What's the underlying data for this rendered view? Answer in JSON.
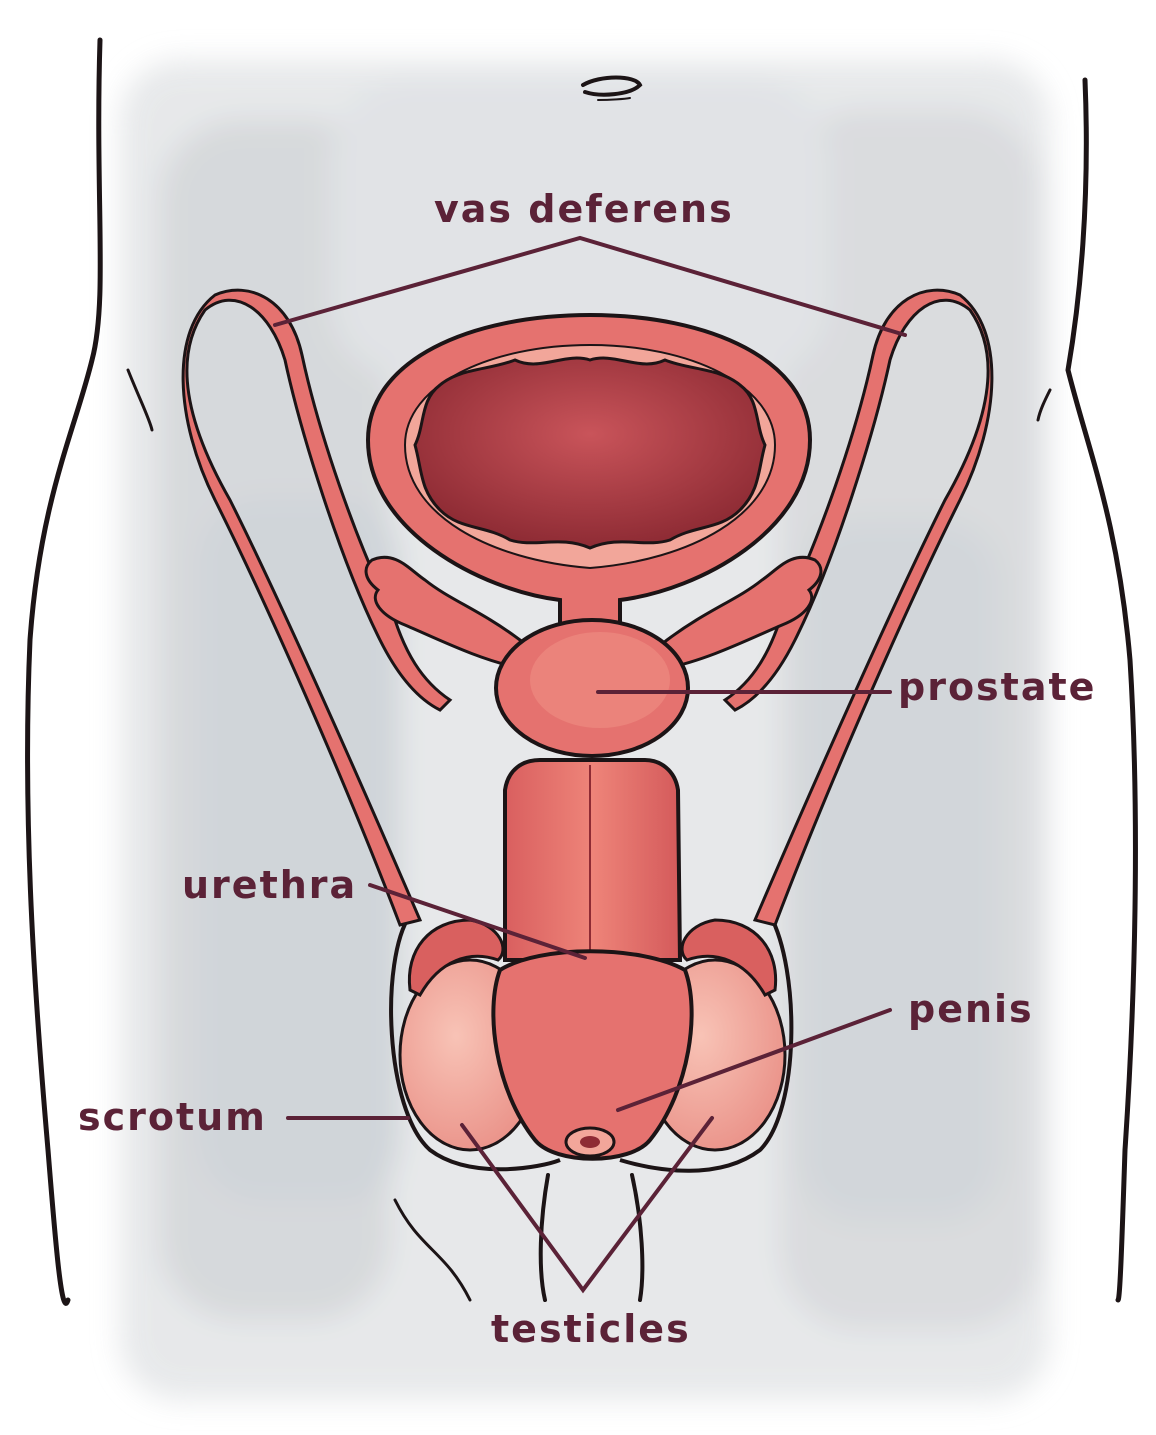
{
  "labels": {
    "vas_deferens": "vas deferens",
    "prostate": "prostate",
    "urethra": "urethra",
    "penis": "penis",
    "scrotum": "scrotum",
    "testicles": "testicles"
  },
  "colors": {
    "label_text": "#5b2237",
    "leader_line": "#5b2237",
    "organ_fill": "#e5726f",
    "organ_dark": "#a8393b",
    "organ_light": "#f2a69a",
    "outline": "#1c1416",
    "wash": "#d7d9dc"
  }
}
